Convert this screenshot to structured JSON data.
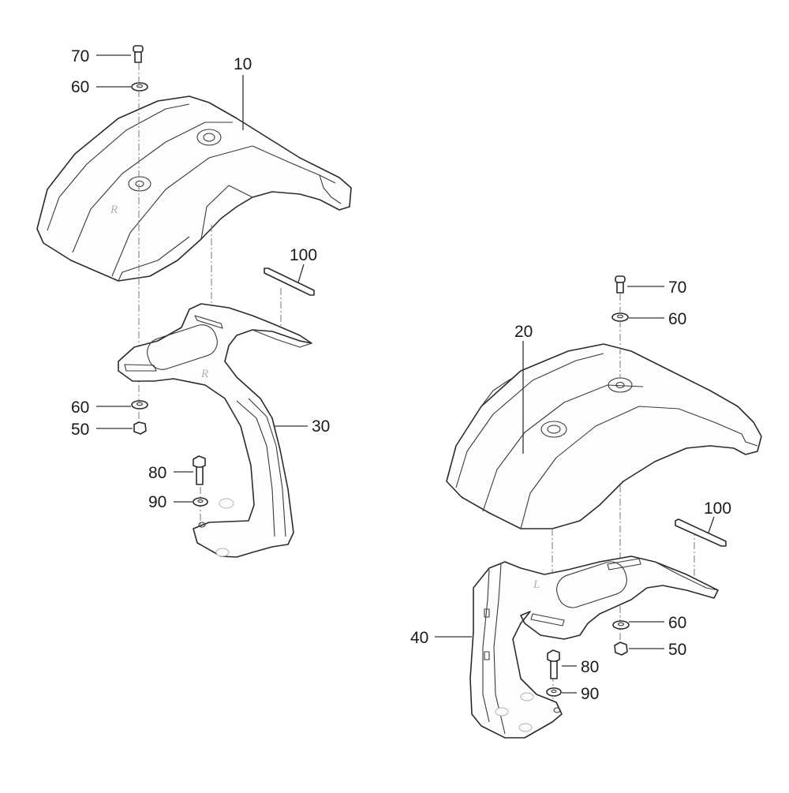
{
  "callouts": {
    "c10": "10",
    "c20": "20",
    "c30": "30",
    "c40": "40",
    "c50_left": "50",
    "c50_right": "50",
    "c60_left_top": "60",
    "c60_left_bottom": "60",
    "c60_right_top": "60",
    "c60_right_bottom": "60",
    "c70_left": "70",
    "c70_right": "70",
    "c80_left": "80",
    "c80_right": "80",
    "c90_left": "90",
    "c90_right": "90",
    "c100_left": "100",
    "c100_right": "100"
  },
  "marks": {
    "left_fender": "R",
    "left_bracket": "R",
    "right_bracket": "L"
  }
}
